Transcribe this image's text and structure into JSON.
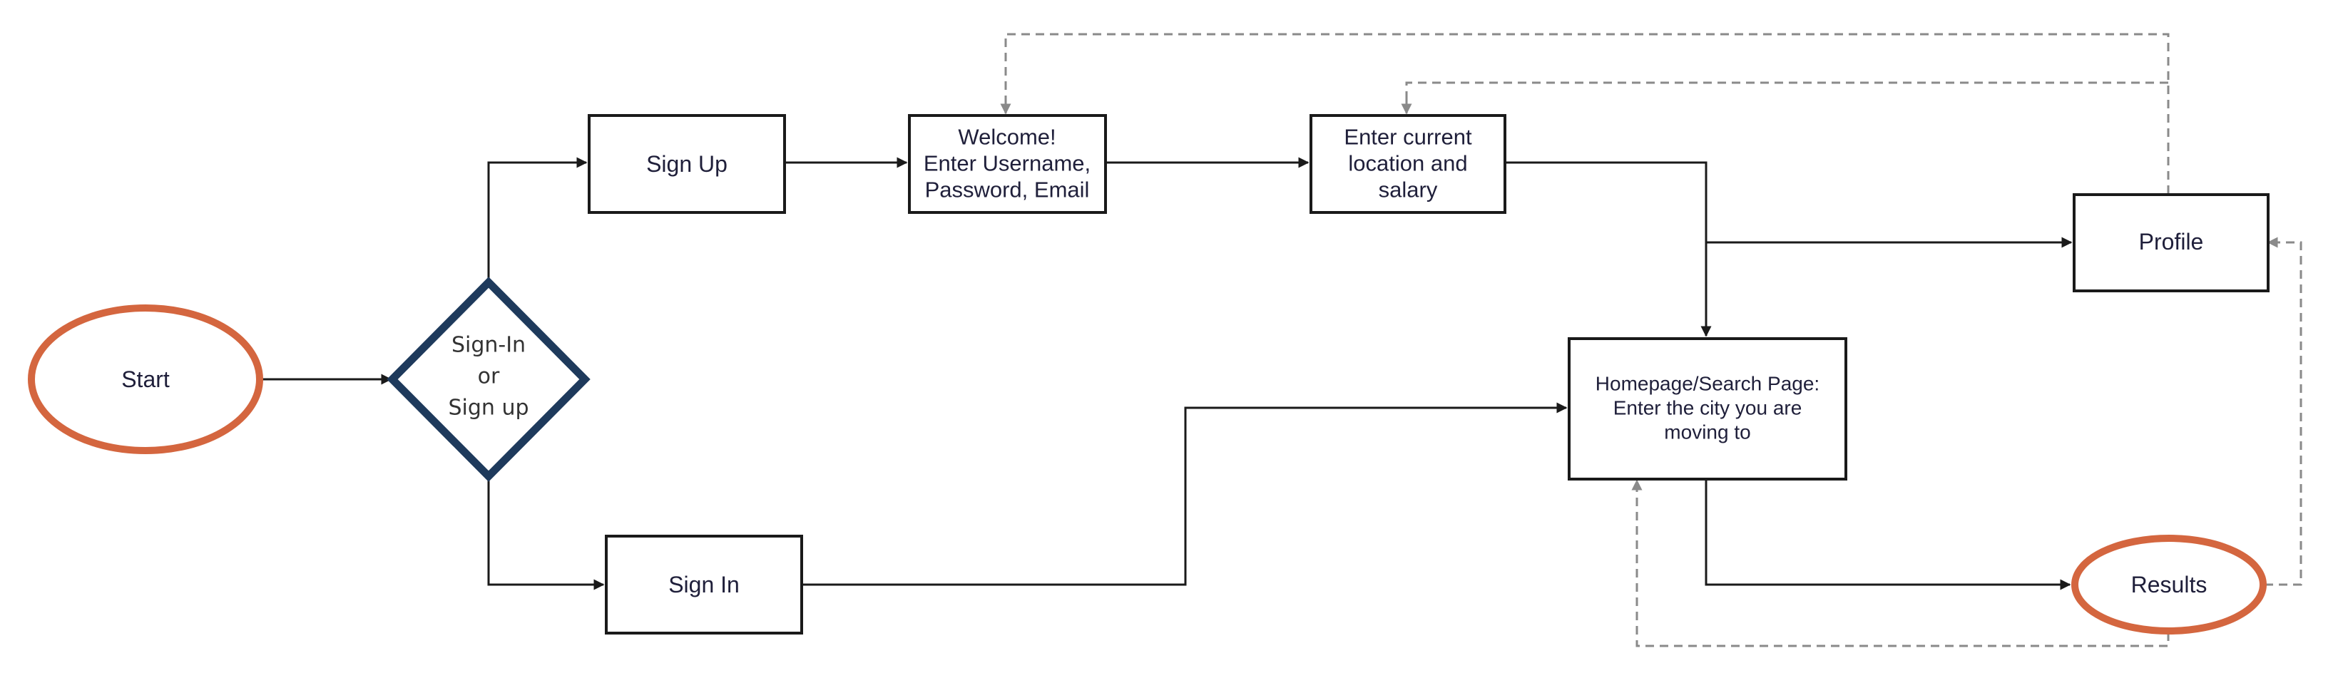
{
  "diagram": {
    "nodes": {
      "start": {
        "label": "Start",
        "shape": "ellipse",
        "stroke": "#d4663f"
      },
      "decision": {
        "lines": [
          "Sign-In",
          "or",
          "Sign up"
        ],
        "shape": "diamond",
        "stroke": "#1e3a5c"
      },
      "signup": {
        "label": "Sign Up",
        "shape": "rectangle"
      },
      "welcome": {
        "lines": [
          "Welcome!",
          "Enter Username,",
          "Password, Email"
        ],
        "shape": "rectangle"
      },
      "location": {
        "lines": [
          "Enter current",
          "location and",
          "salary"
        ],
        "shape": "rectangle"
      },
      "profile": {
        "label": "Profile",
        "shape": "rectangle"
      },
      "homepage": {
        "lines": [
          "Homepage/Search Page:",
          "Enter the city you are",
          "moving to"
        ],
        "shape": "rectangle"
      },
      "signin": {
        "label": "Sign In",
        "shape": "rectangle"
      },
      "results": {
        "label": "Results",
        "shape": "ellipse",
        "stroke": "#d4663f"
      }
    },
    "edges": [
      {
        "from": "start",
        "to": "decision",
        "style": "solid"
      },
      {
        "from": "decision",
        "to": "signup",
        "style": "solid"
      },
      {
        "from": "decision",
        "to": "signin",
        "style": "solid"
      },
      {
        "from": "signup",
        "to": "welcome",
        "style": "solid"
      },
      {
        "from": "welcome",
        "to": "location",
        "style": "solid"
      },
      {
        "from": "location",
        "to": "homepage",
        "style": "solid"
      },
      {
        "from": "location",
        "to": "profile",
        "style": "solid"
      },
      {
        "from": "signin",
        "to": "homepage",
        "style": "solid"
      },
      {
        "from": "homepage",
        "to": "results",
        "style": "solid"
      },
      {
        "from": "profile",
        "to": "welcome",
        "style": "dashed"
      },
      {
        "from": "profile",
        "to": "location",
        "style": "dashed"
      },
      {
        "from": "results",
        "to": "profile",
        "style": "dashed"
      },
      {
        "from": "results",
        "to": "homepage",
        "style": "dashed"
      }
    ],
    "colors": {
      "terminal": "#d4663f",
      "decision": "#1e3a5c",
      "line": "#1a1a1a",
      "dashed": "#8a8a8a"
    }
  }
}
